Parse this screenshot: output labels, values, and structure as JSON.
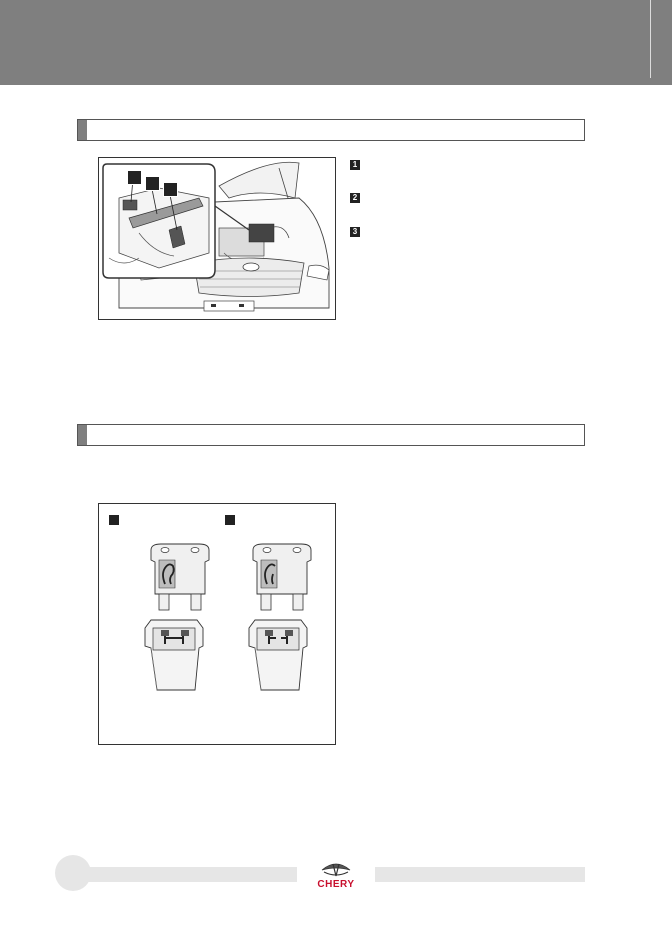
{
  "figure1": {
    "legend": [
      {
        "number": "1"
      },
      {
        "number": "2"
      },
      {
        "number": "3"
      }
    ]
  },
  "footer": {
    "brand": "CHERY"
  },
  "colors": {
    "header": "#7f7f7f",
    "footer_bars": "#e6e6e6",
    "brand_red": "#c8102e"
  }
}
